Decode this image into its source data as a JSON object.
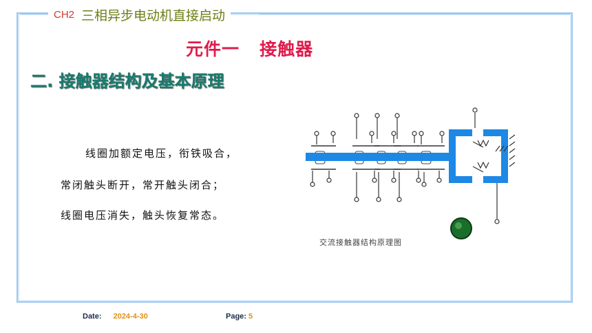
{
  "header": {
    "code": "CH2",
    "title": "三相异步电动机直接启动"
  },
  "part_title": "元件一   接触器",
  "section_title": "二. 接触器结构及基本原理",
  "body": {
    "lines": [
      "线圈加额定电压，衔铁吸合，",
      "常闭触头断开，常开触头闭合；",
      "线圈电压消失，触头恢复常态。"
    ]
  },
  "diagram": {
    "caption": "交流接触器结构原理图"
  },
  "footer": {
    "date_label": "Date:",
    "date_value": "2024-4-30",
    "page_label": "Page:",
    "page_value": "5"
  },
  "colors": {
    "frame": "#9dc8ee",
    "part_title": "#e01b4b",
    "section_title": "#1a7a6e",
    "diagram_blue": "#1e88e5",
    "footer_value": "#e0901a"
  }
}
